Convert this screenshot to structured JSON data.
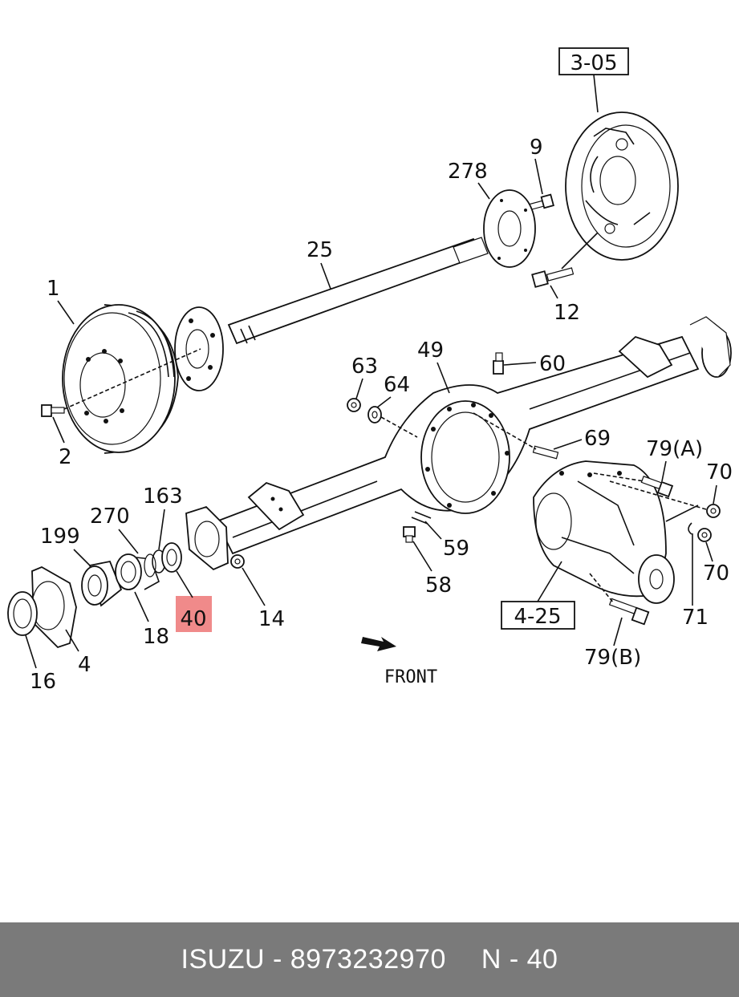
{
  "diagram": {
    "ref_boxes": [
      "3-05",
      "4-25"
    ],
    "highlight_color": "#f08a8a",
    "highlighted_part": "40",
    "labels": {
      "p1": "1",
      "p2": "2",
      "p4": "4",
      "p9": "9",
      "p12": "12",
      "p14": "14",
      "p16": "16",
      "p18": "18",
      "p25": "25",
      "p40": "40",
      "p49": "49",
      "p58": "58",
      "p59": "59",
      "p60": "60",
      "p63": "63",
      "p64": "64",
      "p69": "69",
      "p70a": "70",
      "p70b": "70",
      "p71": "71",
      "p79a": "79(A)",
      "p79b": "79(B)",
      "p163": "163",
      "p199": "199",
      "p270": "270",
      "p278": "278"
    },
    "front_label": "FRONT"
  },
  "footer": {
    "brand_part": "ISUZU - 8973232970",
    "page_ref": "N - 40"
  }
}
